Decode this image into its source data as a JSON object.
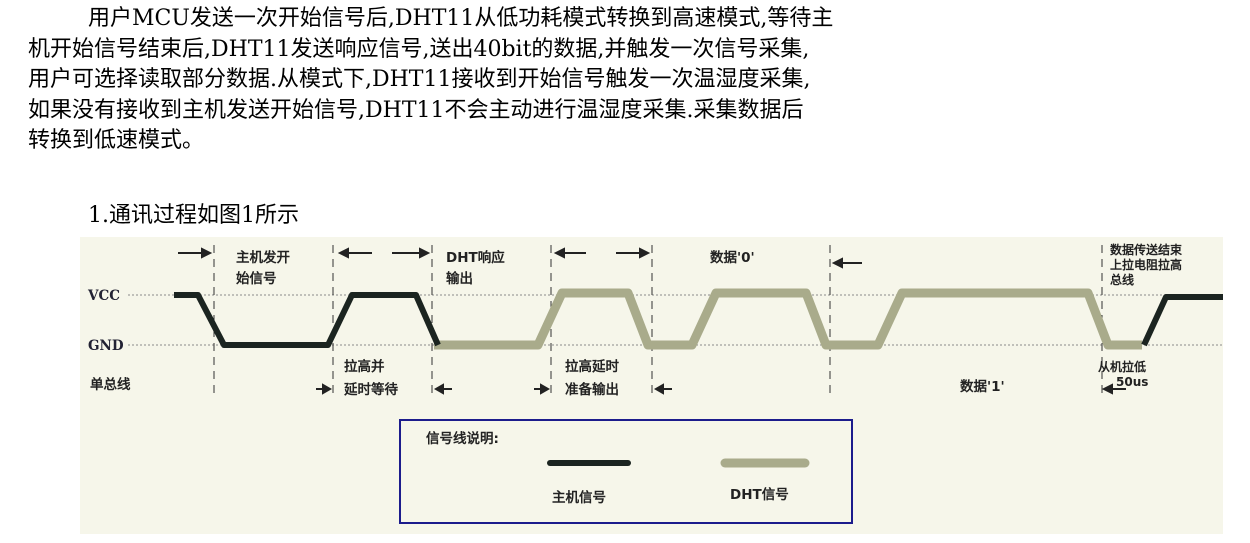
{
  "text": {
    "lines": [
      "用户MCU发送一次开始信号后,DHT11从低功耗模式转换到高速模式,等待主",
      "机开始信号结束后,DHT11发送响应信号,送出40bit的数据,并触发一次信号采集,",
      "用户可选择读取部分数据.从模式下,DHT11接收到开始信号触发一次温湿度采集,",
      "如果没有接收到主机发送开始信号,DHT11不会主动进行温湿度采集.采集数据后",
      "转换到低速模式。"
    ],
    "heading": "1.通讯过程如图1所示"
  },
  "diagram": {
    "levels": {
      "vcc": "VCC",
      "gnd": "GND"
    },
    "bus_label": "单总线",
    "phases": {
      "host_start_1": "主机发开",
      "host_start_2": "始信号",
      "pull_up_1": "拉高并",
      "pull_up_2": "延时等待",
      "dht_resp_1": "DHT响应",
      "dht_resp_2": "输出",
      "ready_1": "拉高延时",
      "ready_2": "准备输出",
      "bit0": "数据'0'",
      "bit1": "数据'1'",
      "end_1": "数据传送结束",
      "end_2": "上拉电阻拉高",
      "end_3": "总线",
      "slave_1": "从机拉低",
      "slave_2": "50us"
    },
    "legend": {
      "title": "信号线说明:",
      "host": "主机信号",
      "dht": "DHT信号"
    },
    "colors": {
      "host_signal": "#1b2420",
      "dht_signal": "#a9ab8b",
      "legend_border": "#1c1c8c",
      "background": "#f6f6ea"
    }
  }
}
